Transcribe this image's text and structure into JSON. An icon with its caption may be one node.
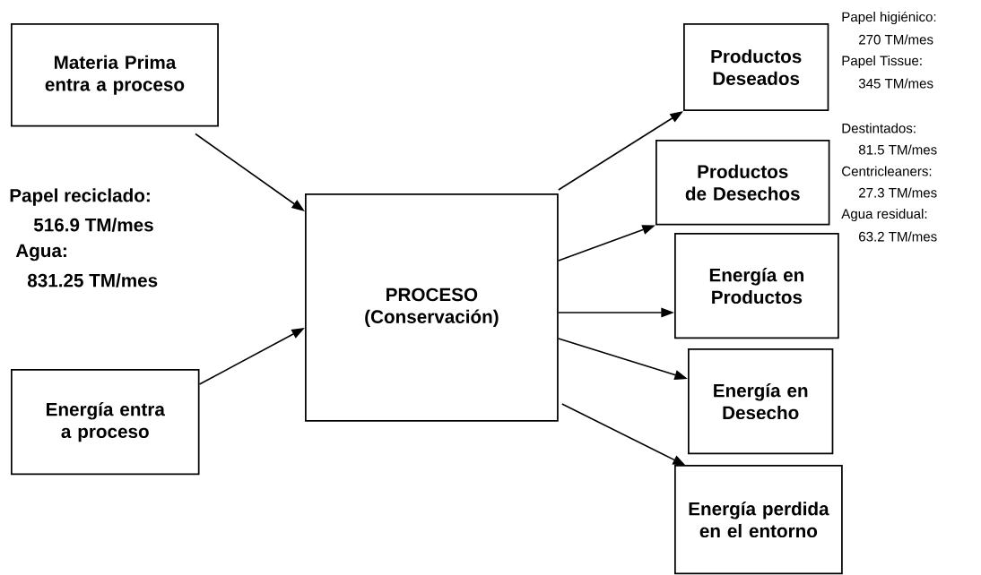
{
  "diagram": {
    "nodes": [
      {
        "text": [
          "Materia Prima entra a proceso"
        ]
      },
      {
        "text": [
          "Energía entra a proceso"
        ]
      },
      {
        "text": [
          "PROCESO (Conservación)"
        ]
      },
      {
        "text": [
          "Productos Deseados"
        ],
        "beside": [
          "Papel higiénico:",
          "270 TM/mes",
          "Papel Tissue:",
          "345 TM/mes"
        ]
      },
      {
        "text": [
          "Productos de Desechos"
        ],
        "beside": [
          "Destintados:",
          "81.5 TM/mes",
          "Centricleaners:",
          "27.3 TM/mes",
          "Agua residual:",
          "63.2 TM/mes"
        ]
      },
      {
        "text": [
          "Energía en Productos"
        ]
      },
      {
        "text": [
          "Energía en Desecho"
        ]
      },
      {
        "text": [
          "Energía perdida en el entorno"
        ]
      }
    ],
    "edges": [
      {
        "from": 0,
        "to": 2,
        "arrow": "to"
      },
      {
        "from": 1,
        "to": 2,
        "arrow": "to"
      },
      {
        "from": 2,
        "to": 3,
        "arrow": "to"
      },
      {
        "from": 2,
        "to": 4,
        "arrow": "to"
      },
      {
        "from": 2,
        "to": 5,
        "arrow": "to"
      },
      {
        "from": 2,
        "to": 6,
        "arrow": "to"
      },
      {
        "from": 2,
        "to": 7,
        "arrow": "to"
      }
    ],
    "labels": [
      "Papel reciclado:",
      "516.9 TM/mes",
      "Agua:",
      "831.25 TM/mes"
    ]
  }
}
